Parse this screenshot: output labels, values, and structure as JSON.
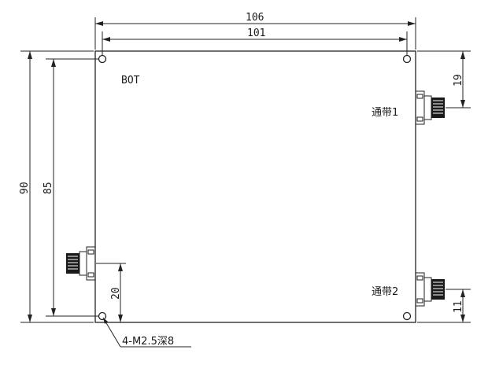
{
  "drawing": {
    "colors": {
      "line": "#222222",
      "background": "#ffffff"
    },
    "face_label": "BOT",
    "dimensions": {
      "overall_width": "106",
      "hole_spacing_width": "101",
      "overall_height": "90",
      "hole_spacing_height": "85",
      "port1_offset": "19",
      "port2_offset": "11",
      "input_port_offset": "20"
    },
    "ports": {
      "port1_label": "通带1",
      "port2_label": "通带2"
    },
    "hole_note": "4-M2.5深8"
  }
}
